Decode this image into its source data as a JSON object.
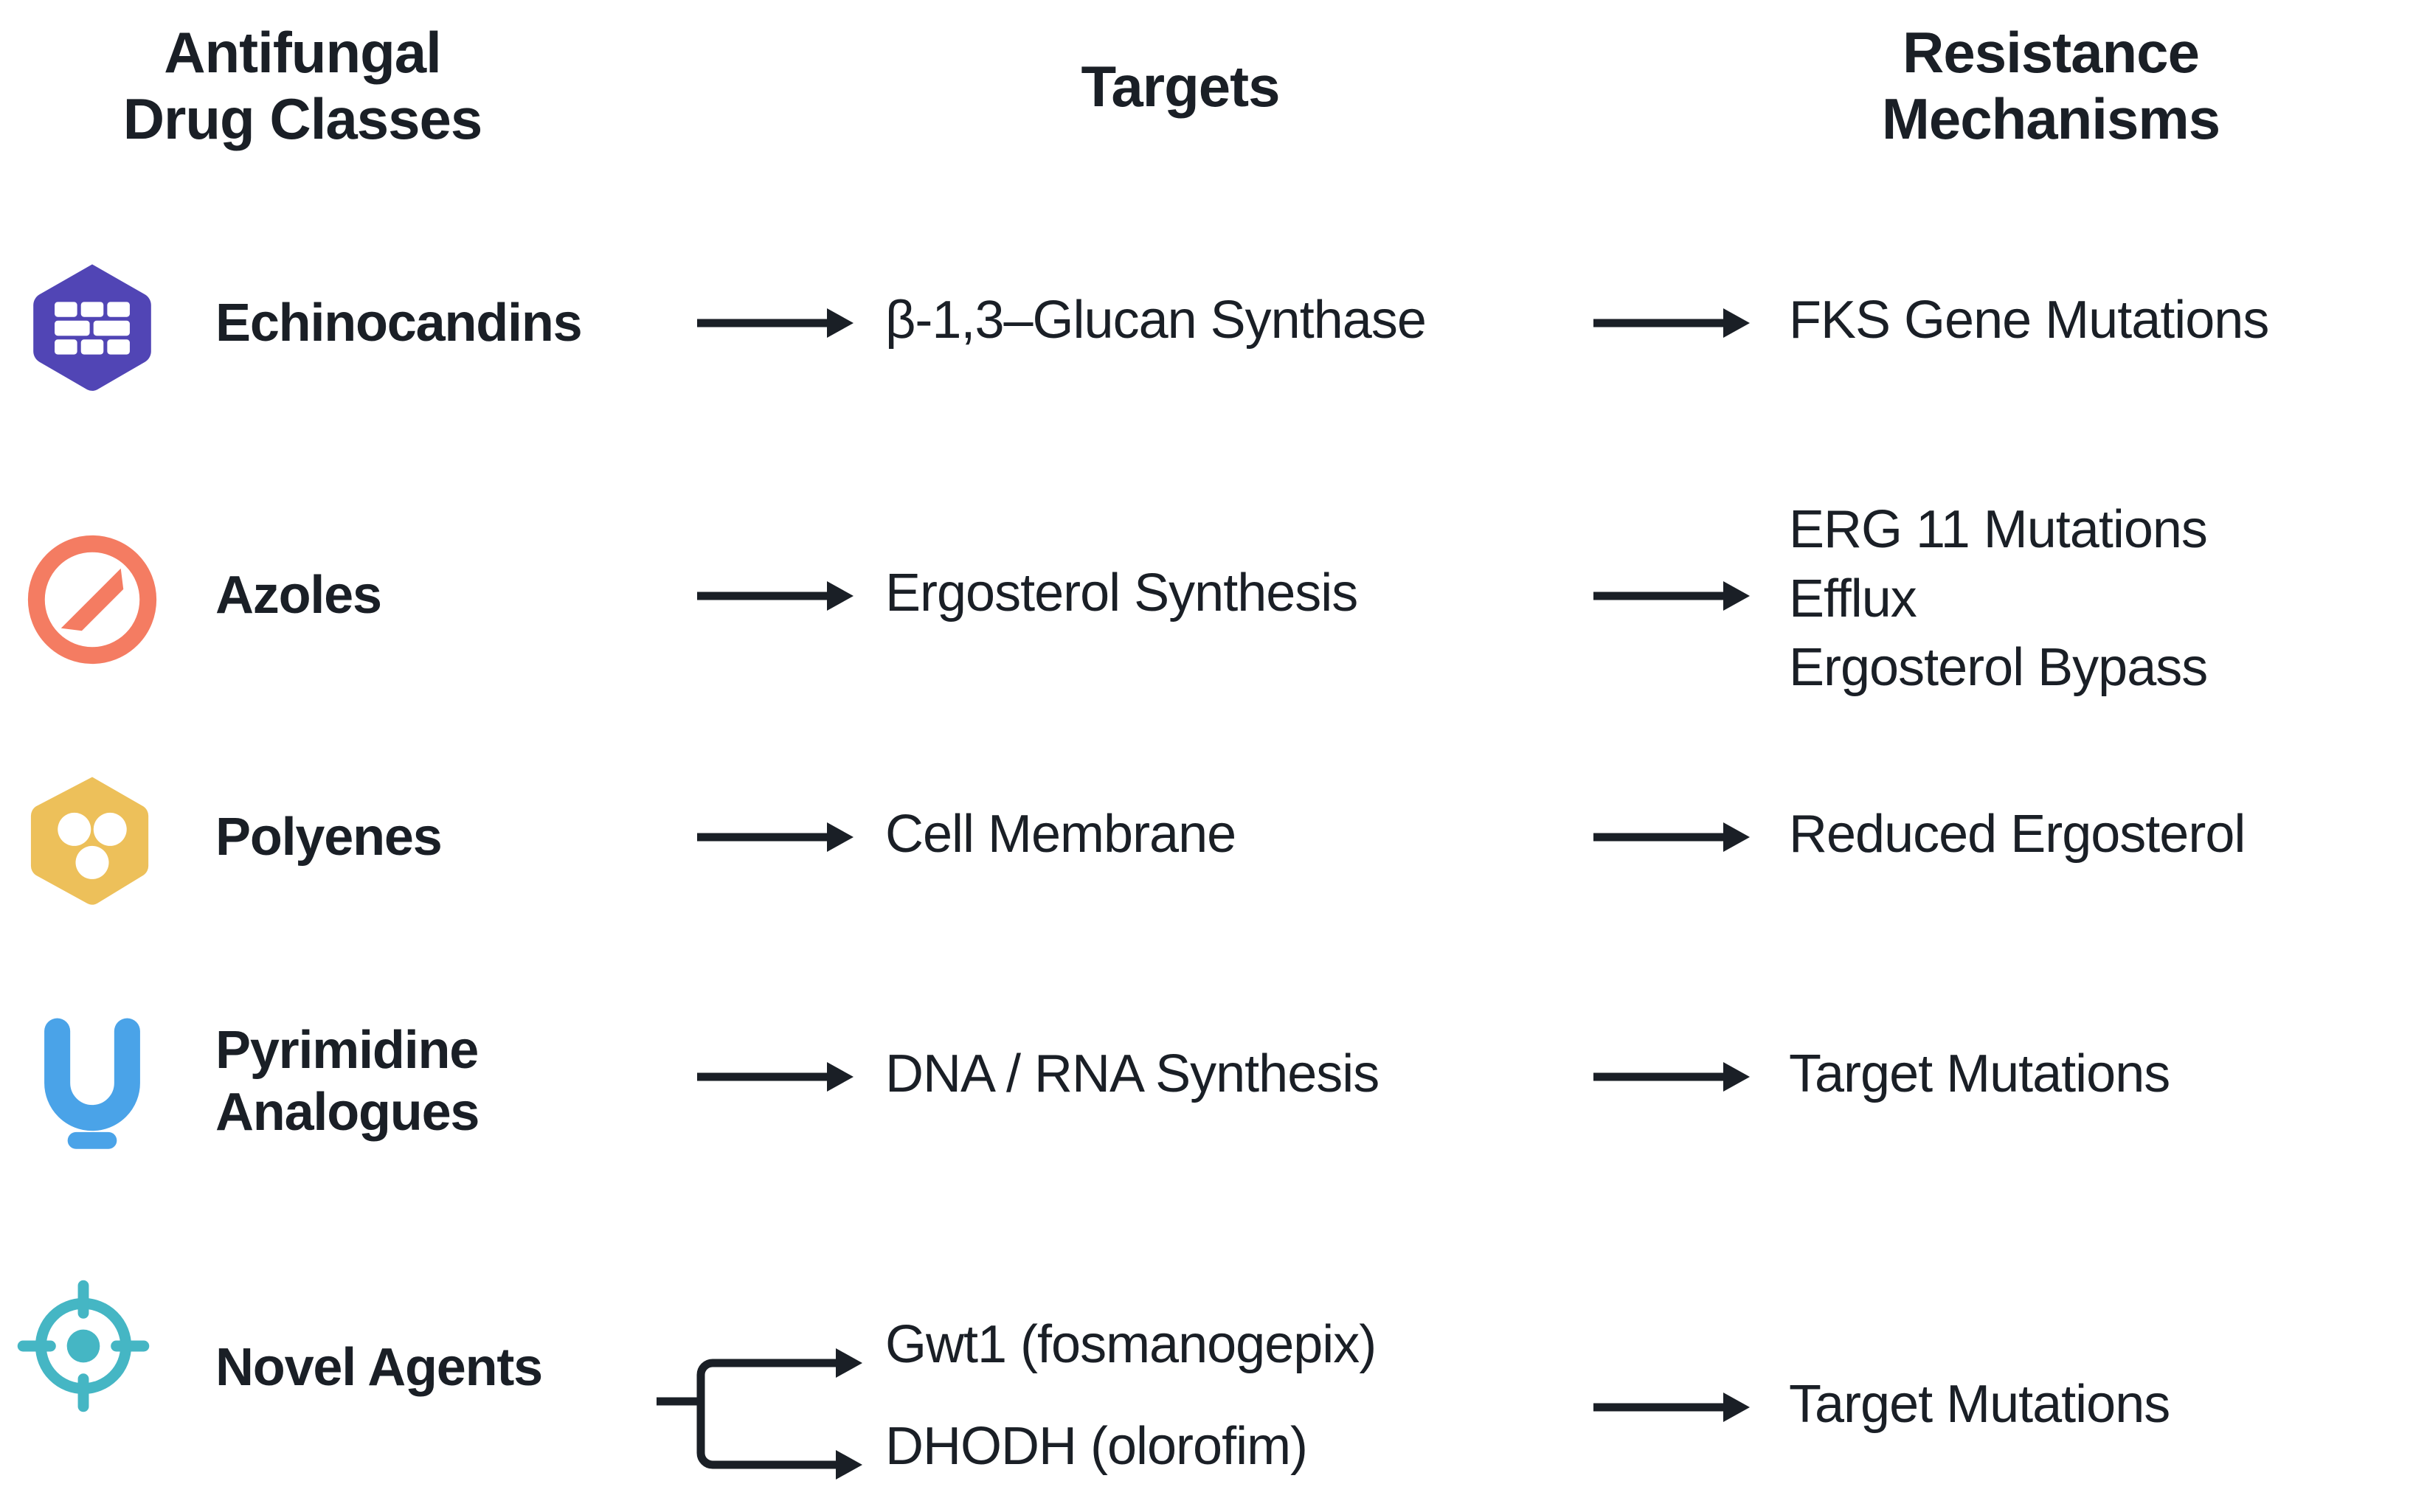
{
  "headers": {
    "classes": "Antifungal\nDrug Classes",
    "targets": "Targets",
    "resistance": "Resistance\nMechanisms"
  },
  "colors": {
    "text": "#1a1f26",
    "echinocandins_icon": "#5145b5",
    "azoles_icon": "#f47c62",
    "polyenes_icon": "#edc05a",
    "pyrimidine_icon": "#4aa3e8",
    "novel_icon": "#45b6c4",
    "arrow": "#1a1f26",
    "background": "#ffffff"
  },
  "rows": [
    {
      "id": "echinocandins",
      "icon": "brick-wall-hexagon-icon",
      "drug_class": "Echinocandins",
      "targets": [
        "β-1,3–Glucan Synthase"
      ],
      "resistance": [
        "FKS Gene Mutations"
      ]
    },
    {
      "id": "azoles",
      "icon": "prohibited-circle-icon",
      "drug_class": "Azoles",
      "targets": [
        "Ergosterol Synthesis"
      ],
      "resistance": [
        "ERG 11 Mutations\nEfflux\nErgosterol Bypass"
      ]
    },
    {
      "id": "polyenes",
      "icon": "three-dot-hexagon-icon",
      "drug_class": "Polyenes",
      "targets": [
        "Cell Membrane"
      ],
      "resistance": [
        "Reduced Ergosterol"
      ]
    },
    {
      "id": "pyrimidine",
      "icon": "letter-u-underscore-icon",
      "drug_class": "Pyrimidine\nAnalogues",
      "targets": [
        "DNA / RNA Synthesis"
      ],
      "resistance": [
        "Target Mutations"
      ]
    },
    {
      "id": "novel",
      "icon": "crosshair-target-icon",
      "drug_class": "Novel Agents",
      "targets": [
        "Gwt1 (fosmanogepix)",
        "DHODH (olorofim)"
      ],
      "resistance": [
        "Target Mutations"
      ]
    }
  ]
}
